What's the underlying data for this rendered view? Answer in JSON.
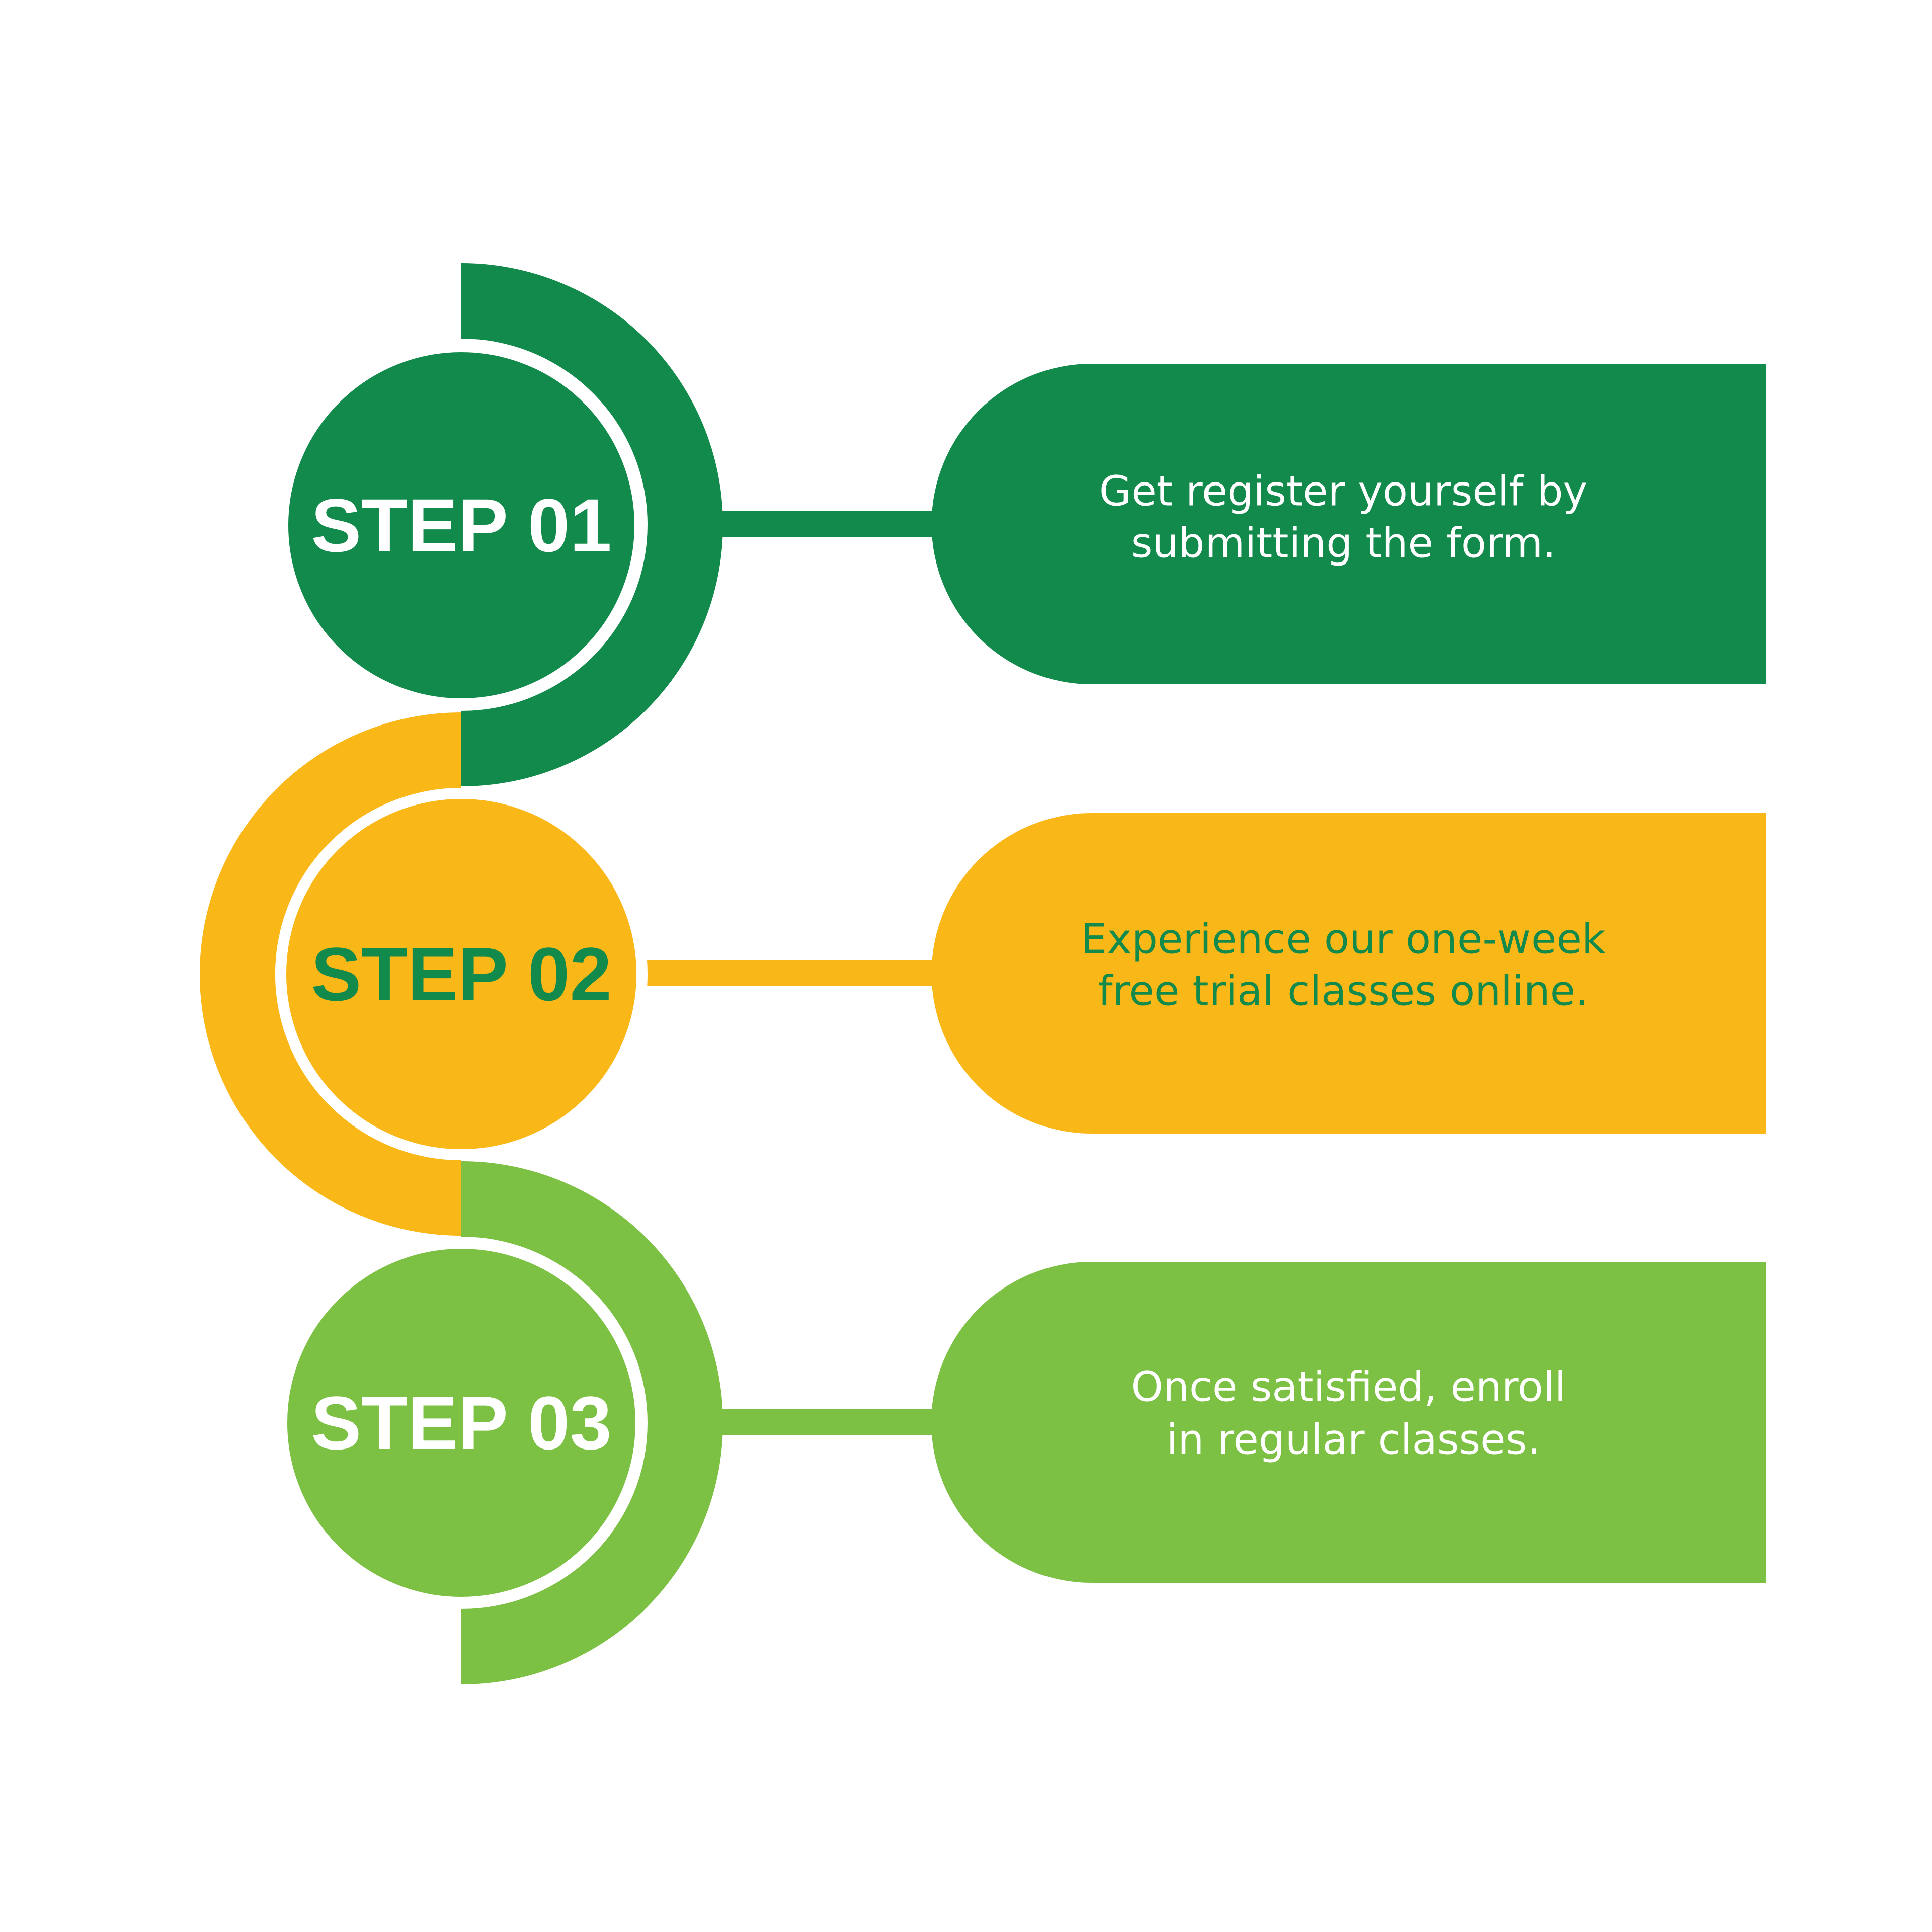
{
  "colors": {
    "background": "#ffffff",
    "dark_green": "#128A4B",
    "yellow": "#F9B718",
    "light_green": "#7CC143",
    "white": "#ffffff"
  },
  "steps": [
    {
      "label": "STEP 01",
      "description_lines": [
        "Get register yourself by",
        "submitting the form."
      ],
      "color": "#128A4B",
      "label_color": "#ffffff",
      "text_color": "#ffffff"
    },
    {
      "label": "STEP 02",
      "description_lines": [
        "Experience our one-week",
        "free trial classes online."
      ],
      "color": "#F9B718",
      "label_color": "#128A4B",
      "text_color": "#128A4B"
    },
    {
      "label": "STEP 03",
      "description_lines": [
        "Once satisfied, enroll",
        "in regular classes."
      ],
      "color": "#7CC143",
      "label_color": "#ffffff",
      "text_color": "#ffffff"
    }
  ]
}
